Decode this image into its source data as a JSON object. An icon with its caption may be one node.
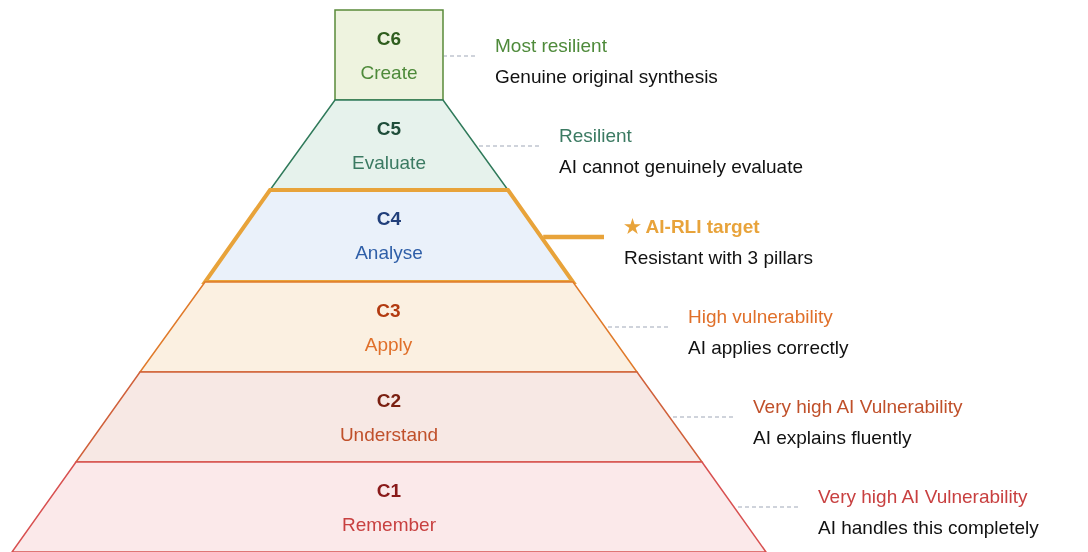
{
  "diagram": {
    "nodes": [
      {
        "text": [
          "C6",
          "Create"
        ]
      },
      {
        "text": [
          "Most resilient",
          "Genuine original synthesis"
        ]
      },
      {
        "text": [
          "C5",
          "Evaluate"
        ]
      },
      {
        "text": [
          "Resilient",
          "AI cannot genuinely evaluate"
        ]
      },
      {
        "text": [
          "C4",
          "Analyse"
        ]
      },
      {
        "text": [
          "★ AI-RLI target",
          "Resistant with 3 pillars"
        ]
      },
      {
        "text": [
          "C3",
          "Apply"
        ]
      },
      {
        "text": [
          "High vulnerability",
          "AI applies correctly"
        ]
      },
      {
        "text": [
          "C2",
          "Understand"
        ]
      },
      {
        "text": [
          "Very high AI Vulnerability",
          "AI explains fluently"
        ]
      },
      {
        "text": [
          "C1",
          "Remember"
        ]
      },
      {
        "text": [
          "Very high AI Vulnerability",
          "AI handles this completely"
        ]
      }
    ],
    "edges": [
      {
        "from": 1,
        "to": 0,
        "arrow": "none",
        "style": "dashed"
      },
      {
        "from": 3,
        "to": 2,
        "arrow": "none",
        "style": "dashed"
      },
      {
        "from": 5,
        "to": 4,
        "arrow": "none",
        "style": "thick",
        "color": "#e8a33a"
      },
      {
        "from": 7,
        "to": 6,
        "arrow": "none",
        "style": "dashed"
      },
      {
        "from": 9,
        "to": 8,
        "arrow": "none",
        "style": "dashed"
      },
      {
        "from": 11,
        "to": 10,
        "arrow": "none",
        "style": "dashed"
      }
    ]
  }
}
